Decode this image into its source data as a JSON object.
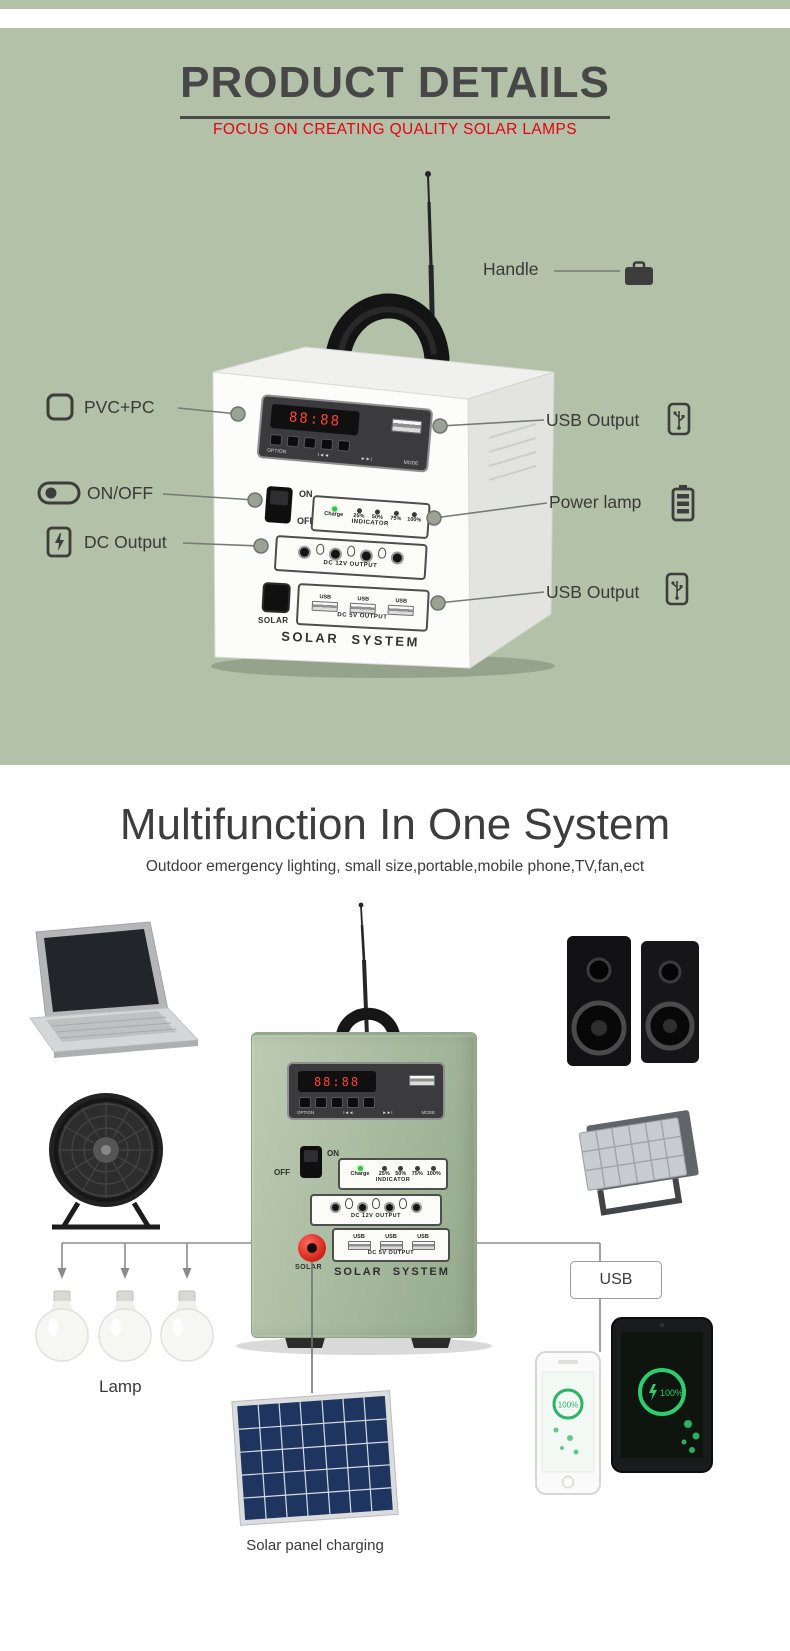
{
  "top_section": {
    "title": "PRODUCT DETAILS",
    "subtitle": "FOCUS ON CREATING QUALITY SOLAR LAMPS",
    "callouts": {
      "handle": "Handle",
      "pvc_pc": "PVC+PC",
      "usb_output_top": "USB Output",
      "on_off": "ON/OFF",
      "power_lamp": "Power lamp",
      "dc_output": "DC Output",
      "usb_output_bottom": "USB Output"
    }
  },
  "device": {
    "display": "88:88",
    "media_labels": [
      "OPTION",
      "I◄◄",
      "►►I",
      "MODE"
    ],
    "on": "ON",
    "off": "OFF",
    "charge": "Charge",
    "levels": [
      "25%",
      "50%",
      "75%",
      "100%"
    ],
    "indicator": "INDICATOR",
    "dc12_output": "DC 12V OUTPUT",
    "solar": "SOLAR",
    "usb": "USB",
    "dc5_output": "DC 5V OUTPUT",
    "brand": "SOLAR  SYSTEM"
  },
  "bottom_section": {
    "title": "Multifunction In One System",
    "subtitle": "Outdoor emergency lighting, small size,portable,mobile phone,TV,fan,ect",
    "lamp_label": "Lamp",
    "usb_label": "USB",
    "solar_panel_label": "Solar panel charging",
    "battery_pct": "100%"
  }
}
